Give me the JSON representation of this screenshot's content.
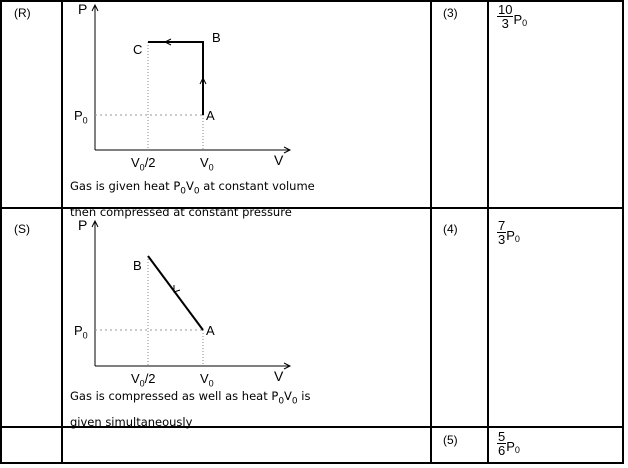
{
  "rows": [
    {
      "label": "(R)",
      "diagram": {
        "axis_p": "P",
        "axis_v": "V",
        "points": [
          "A",
          "B",
          "C"
        ],
        "p_tick": "P",
        "v_tick_half": "V",
        "v_tick_half_suffix": "/2",
        "v_tick": "V",
        "sub": "0"
      },
      "caption_line1_pre": "Gas is given heat P",
      "caption_line1_mid": "V",
      "caption_line1_post": " at constant volume",
      "caption_line2": "then compressed at constant pressure",
      "sub": "0",
      "option": "(3)",
      "num": "10",
      "den": "3",
      "unit": "P"
    },
    {
      "label": "(S)",
      "diagram": {
        "axis_p": "P",
        "axis_v": "V",
        "points": [
          "A",
          "B"
        ],
        "p_tick": "P",
        "v_tick_half": "V",
        "v_tick_half_suffix": "/2",
        "v_tick": "V",
        "sub": "0"
      },
      "caption_line1_pre": "Gas is compressed as well as heat P",
      "caption_line1_mid": "V",
      "caption_line1_post": " is",
      "caption_line2": "given simultaneously",
      "sub": "0",
      "option": "(4)",
      "num": "7",
      "den": "3",
      "unit": "P"
    },
    {
      "label": "",
      "option": "(5)",
      "num": "5",
      "den": "6",
      "unit": "P",
      "sub": "0"
    }
  ]
}
